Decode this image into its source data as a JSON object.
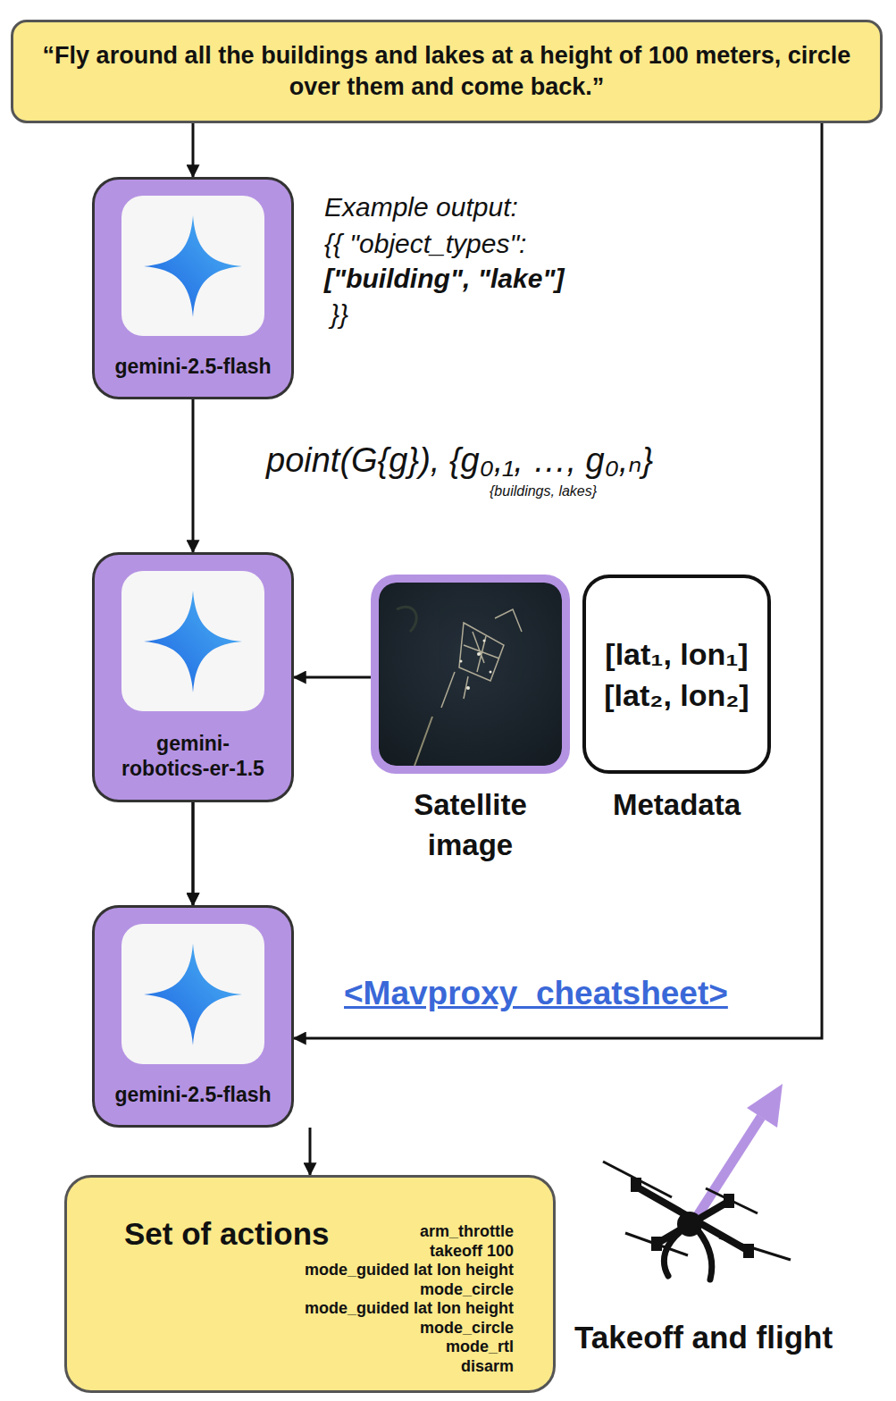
{
  "diagram": {
    "nodes": [
      {
        "text": [
          "“Fly around all the buildings and lakes at a height of 100 meters, circle over them and come back.”"
        ]
      },
      {
        "text": [
          "gemini-2.5-flash"
        ]
      },
      {
        "text": [
          "gemini- robotics-er-1.5"
        ]
      },
      {
        "text": [
          "Satellite image"
        ]
      },
      {
        "text": [
          "[lat₁, lon₁] [lat₂, lon₂]",
          "Metadata"
        ]
      },
      {
        "text": [
          "gemini-2.5-flash"
        ]
      },
      {
        "text": [
          "Set of actions",
          "arm_throttle",
          "takeoff 100",
          "mode_guided lat lon height",
          "mode_circle",
          "mode_guided lat lon height",
          "mode_circle",
          "mode_rtl",
          "disarm"
        ]
      }
    ],
    "edges": [
      {
        "from": 0,
        "to": 1,
        "arrow": "to"
      },
      {
        "from": 1,
        "to": 2,
        "arrow": "to"
      },
      {
        "from": 3,
        "to": 2,
        "arrow": "to"
      },
      {
        "from": 0,
        "to": 5,
        "arrow": "to"
      },
      {
        "from": 4,
        "to": 5,
        "arrow": "to"
      },
      {
        "from": 2,
        "to": 5,
        "arrow": "to"
      },
      {
        "from": 5,
        "to": 6,
        "arrow": "to"
      }
    ],
    "labels": [
      "Example output:",
      "{{ \"object_types\":",
      "[\"building\", \"lake\"]",
      "}}",
      "point(G{g}), {g₀,₁, …, g₀,ₙ}",
      "{buildings, lakes}",
      "<Mavproxy_cheatsheet>",
      "Takeoff and flight"
    ]
  }
}
